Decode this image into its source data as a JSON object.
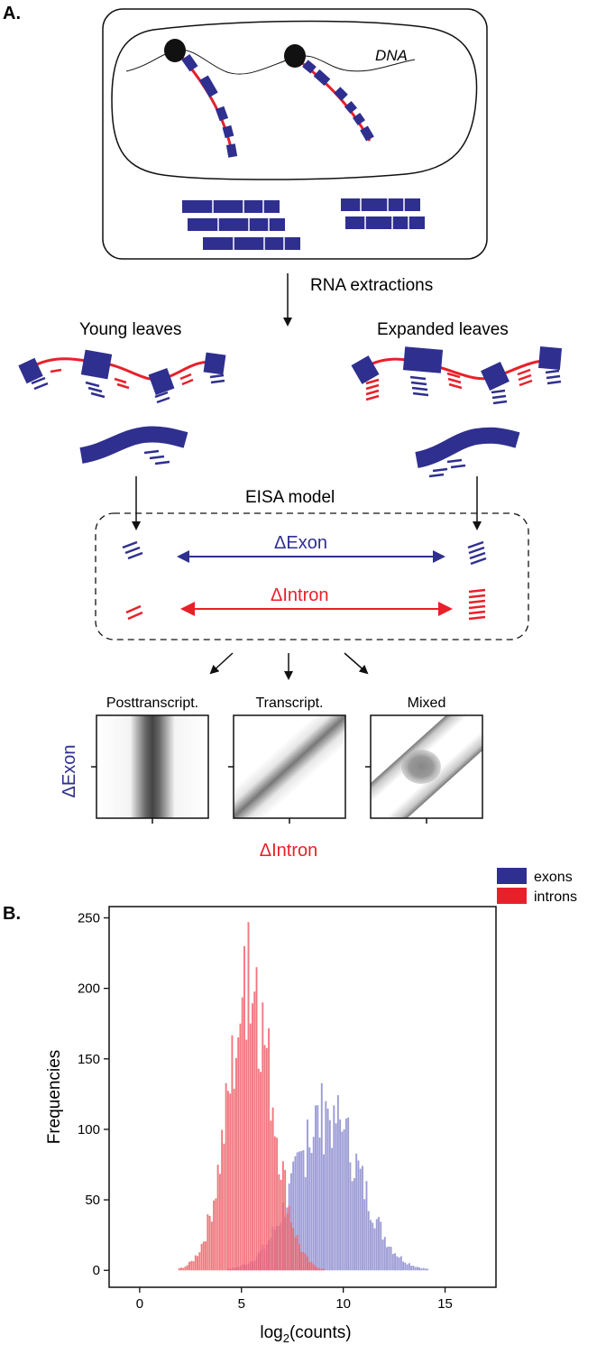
{
  "panel_a": {
    "label": "A.",
    "dna_label": "DNA",
    "rna_extraction_label": "RNA extractions",
    "young_label": "Young leaves",
    "expanded_label": "Expanded leaves",
    "eisa_label": "EISA model",
    "delta_exon_label": "ΔExon",
    "delta_intron_label": "ΔIntron",
    "model_titles": [
      "Posttranscript.",
      "Transcript.",
      "Mixed"
    ],
    "y_axis_label": "ΔExon",
    "x_axis_label": "ΔIntron",
    "legend": [
      {
        "label": "exons",
        "color": "#2f2f8f"
      },
      {
        "label": "introns",
        "color": "#e8202a"
      }
    ]
  },
  "panel_b": {
    "label": "B.",
    "chart_data": {
      "type": "bar",
      "title": "",
      "xlabel_main": "log",
      "xlabel_sub": "2",
      "xlabel_rest": "(counts)",
      "ylabel": "Frequencies",
      "xlim": [
        -1.5,
        17.5
      ],
      "ylim": [
        -12,
        258
      ],
      "x_ticks": [
        0,
        5,
        10,
        15
      ],
      "y_ticks": [
        0,
        50,
        100,
        150,
        200,
        250
      ],
      "series": [
        {
          "name": "introns",
          "color": "#f0606a",
          "peak_x": 5.4,
          "peak_y": 200,
          "width": 1.1,
          "spikes": [
            [
              5.3,
              247
            ],
            [
              5.1,
              230
            ],
            [
              5.7,
              215
            ],
            [
              6.0,
              190
            ],
            [
              4.9,
              175
            ]
          ]
        },
        {
          "name": "exons",
          "color": "#8c8cd0",
          "peak_x": 9.2,
          "peak_y": 110,
          "width": 1.6,
          "spikes": [
            [
              9.1,
              120
            ],
            [
              8.6,
              117
            ],
            [
              9.5,
              117
            ],
            [
              8.2,
              107
            ],
            [
              10.0,
              100
            ]
          ]
        }
      ]
    }
  },
  "colors": {
    "exon": "#2f2f8f",
    "intron": "#e8202a"
  }
}
